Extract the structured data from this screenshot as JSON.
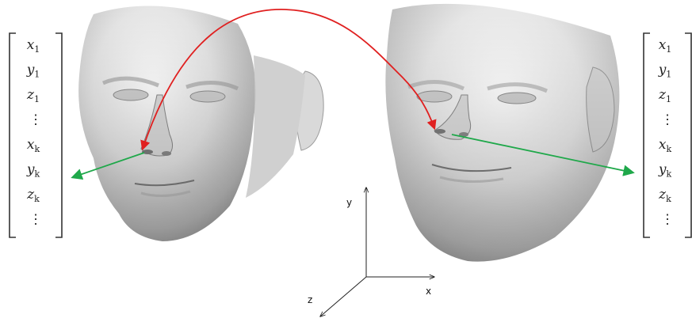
{
  "left_vector": {
    "entries": [
      {
        "base": "x",
        "sub": "1"
      },
      {
        "base": "y",
        "sub": "1"
      },
      {
        "base": "z",
        "sub": "1"
      },
      {
        "base": "⋮",
        "sub": ""
      },
      {
        "base": "x",
        "sub": "k"
      },
      {
        "base": "y",
        "sub": "k"
      },
      {
        "base": "z",
        "sub": "k"
      },
      {
        "base": "⋮",
        "sub": ""
      }
    ]
  },
  "right_vector": {
    "entries": [
      {
        "base": "x",
        "sub": "1"
      },
      {
        "base": "y",
        "sub": "1"
      },
      {
        "base": "z",
        "sub": "1"
      },
      {
        "base": "⋮",
        "sub": ""
      },
      {
        "base": "x",
        "sub": "k"
      },
      {
        "base": "y",
        "sub": "k"
      },
      {
        "base": "z",
        "sub": "k"
      },
      {
        "base": "⋮",
        "sub": ""
      }
    ]
  },
  "axes": {
    "x_label": "x",
    "y_label": "y",
    "z_label": "z"
  },
  "colors": {
    "correspondence_arrow": "#e02020",
    "mapping_arrow": "#1fa84a",
    "bracket": "#333333",
    "axis": "#222222"
  }
}
